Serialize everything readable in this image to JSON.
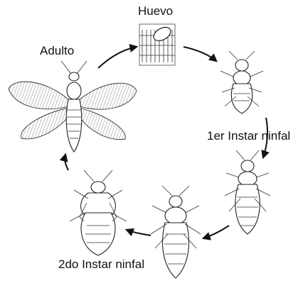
{
  "labels": {
    "egg": "Huevo",
    "first_instar": "1er Instar ninfal",
    "second_instar": "2do Instar ninfal",
    "adult": "Adulto"
  },
  "colors": {
    "ink": "#222222",
    "background": "#ffffff"
  }
}
